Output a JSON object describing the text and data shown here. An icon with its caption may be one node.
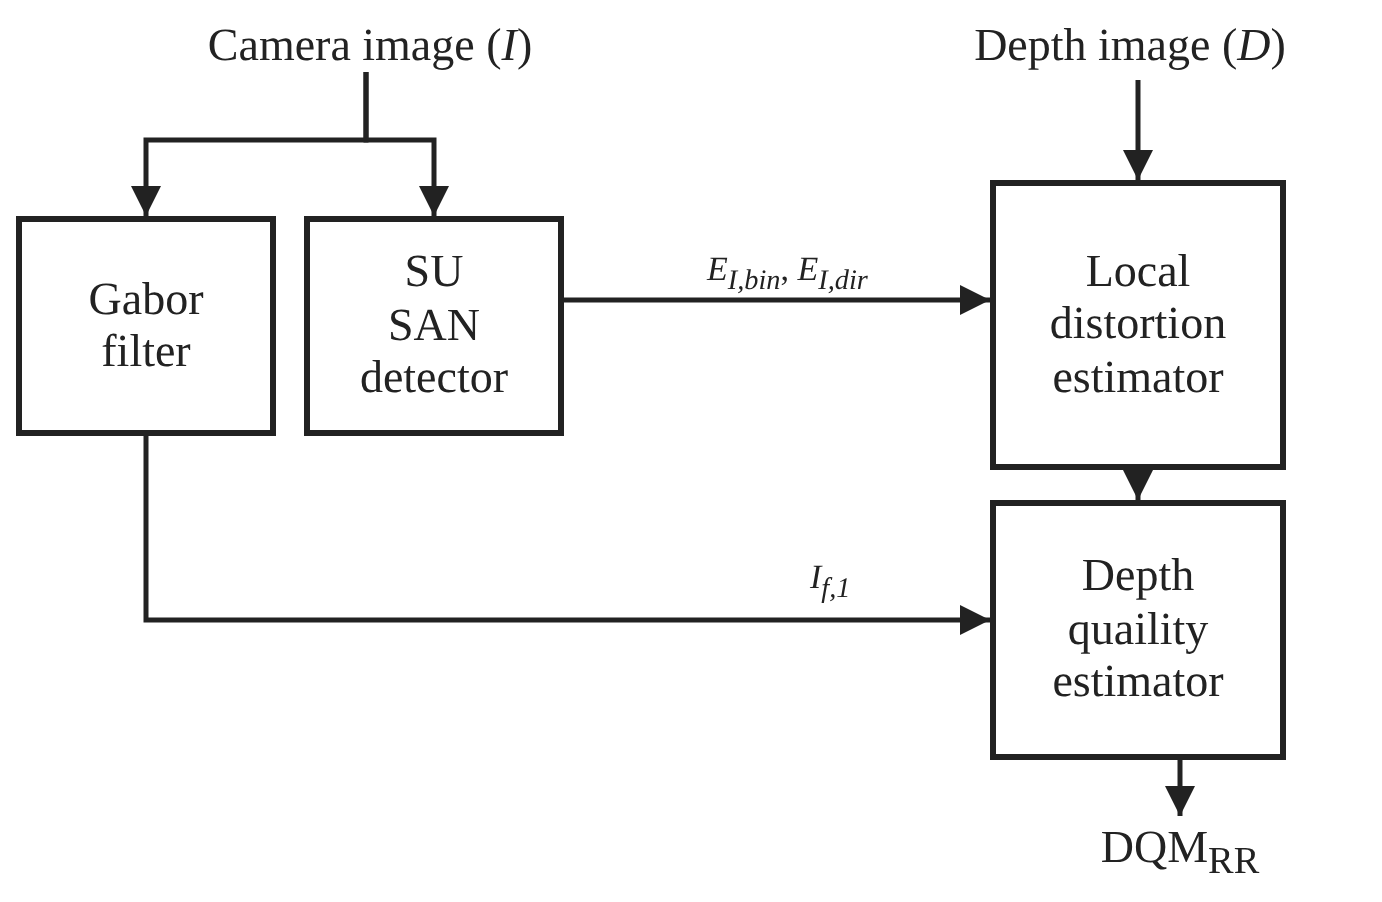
{
  "diagram": {
    "nodes": [
      {
        "text": [
          "Camera image (*I*)"
        ]
      },
      {
        "text": [
          "Depth image (*D*)"
        ]
      },
      {
        "text": [
          "Gabor filter"
        ]
      },
      {
        "text": [
          "SU SAN detector"
        ]
      },
      {
        "text": [
          "Local distortion estimator"
        ]
      },
      {
        "text": [
          "Depth quaility estimator"
        ]
      },
      {
        "text": [
          "DQM$_{RR}$"
        ]
      }
    ],
    "edges": [
      {
        "from": 0,
        "to": 2,
        "arrow": "to"
      },
      {
        "from": 0,
        "to": 3,
        "arrow": "to"
      },
      {
        "from": 1,
        "to": 4,
        "arrow": "to"
      },
      {
        "from": 3,
        "to": 4,
        "arrow": "to",
        "label": "*E*$_{I,bin}$, *E*$_{I,dir}$"
      },
      {
        "from": 4,
        "to": 5,
        "arrow": "to"
      },
      {
        "from": 2,
        "to": 5,
        "arrow": "to",
        "label": "*I*$_{f,1}$"
      },
      {
        "from": 5,
        "to": 6,
        "arrow": "to"
      }
    ]
  }
}
